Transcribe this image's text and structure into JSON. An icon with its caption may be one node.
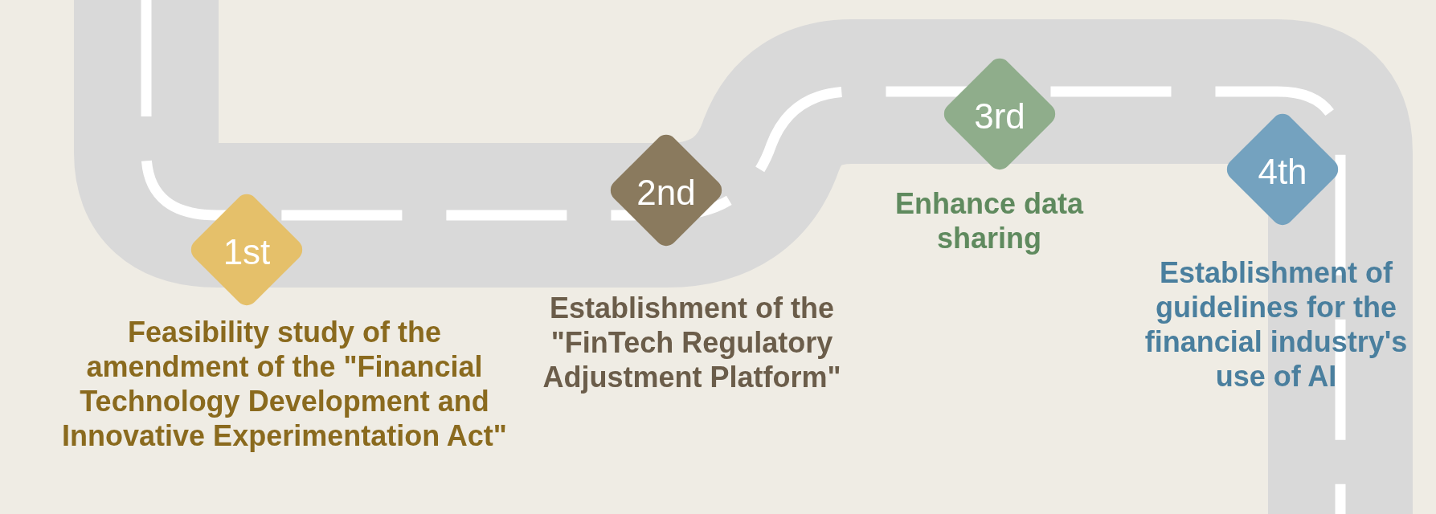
{
  "diagram": {
    "nodes": [
      {
        "text": [
          "1st"
        ],
        "beside": [
          "Feasibility study of the amendment of the \"Financial Technology Development and Innovative Experimentation Act\""
        ]
      },
      {
        "text": [
          "2nd"
        ],
        "beside": [
          "Establishment of the \"FinTech Regulatory Adjustment Platform\""
        ]
      },
      {
        "text": [
          "3rd"
        ],
        "beside": [
          "Enhance data sharing"
        ]
      },
      {
        "text": [
          "4th"
        ],
        "beside": [
          "Establishment of guidelines for the financial industry's use of AI"
        ]
      }
    ]
  }
}
